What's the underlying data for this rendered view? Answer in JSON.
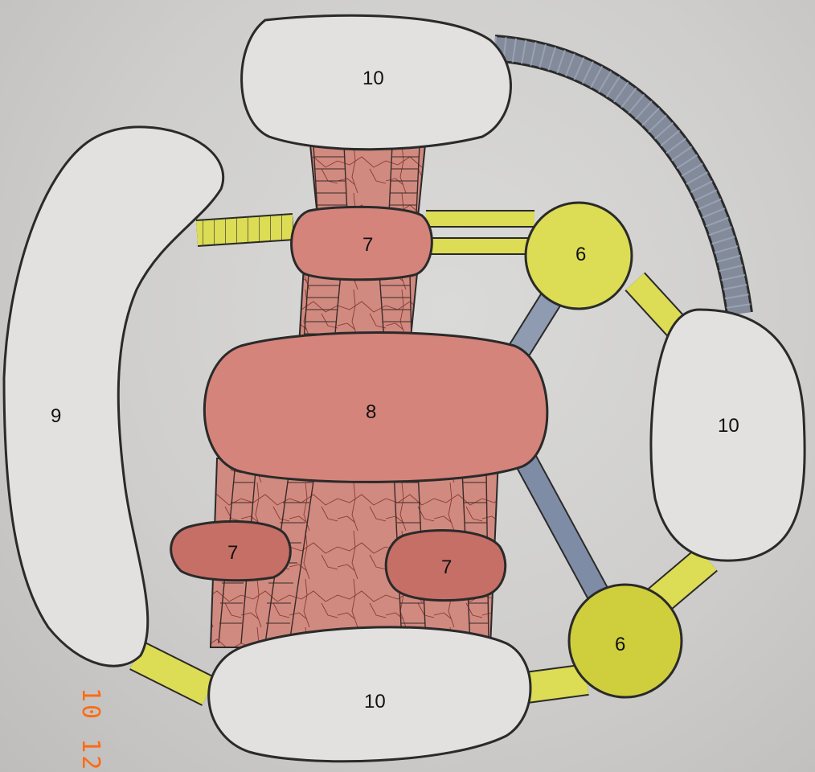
{
  "diagram": {
    "nodes": {
      "top_large": "10",
      "right_large": "10",
      "bottom_large": "10",
      "left_large": "9",
      "center": "8",
      "upper_small": "7",
      "lower_left_small": "7",
      "lower_right_small": "7",
      "yellow_upper": "6",
      "yellow_lower": "6"
    },
    "stamp": "10 12"
  },
  "colors": {
    "paper": "#cfcecd",
    "red_fill": "#d4847a",
    "red_dark": "#c56f66",
    "yellow_fill": "#dcdc55",
    "blue_fill": "#8f9bb0",
    "outline": "#2a2a2a",
    "white_fill": "#e2e1df",
    "stamp": "#ff6a13"
  }
}
